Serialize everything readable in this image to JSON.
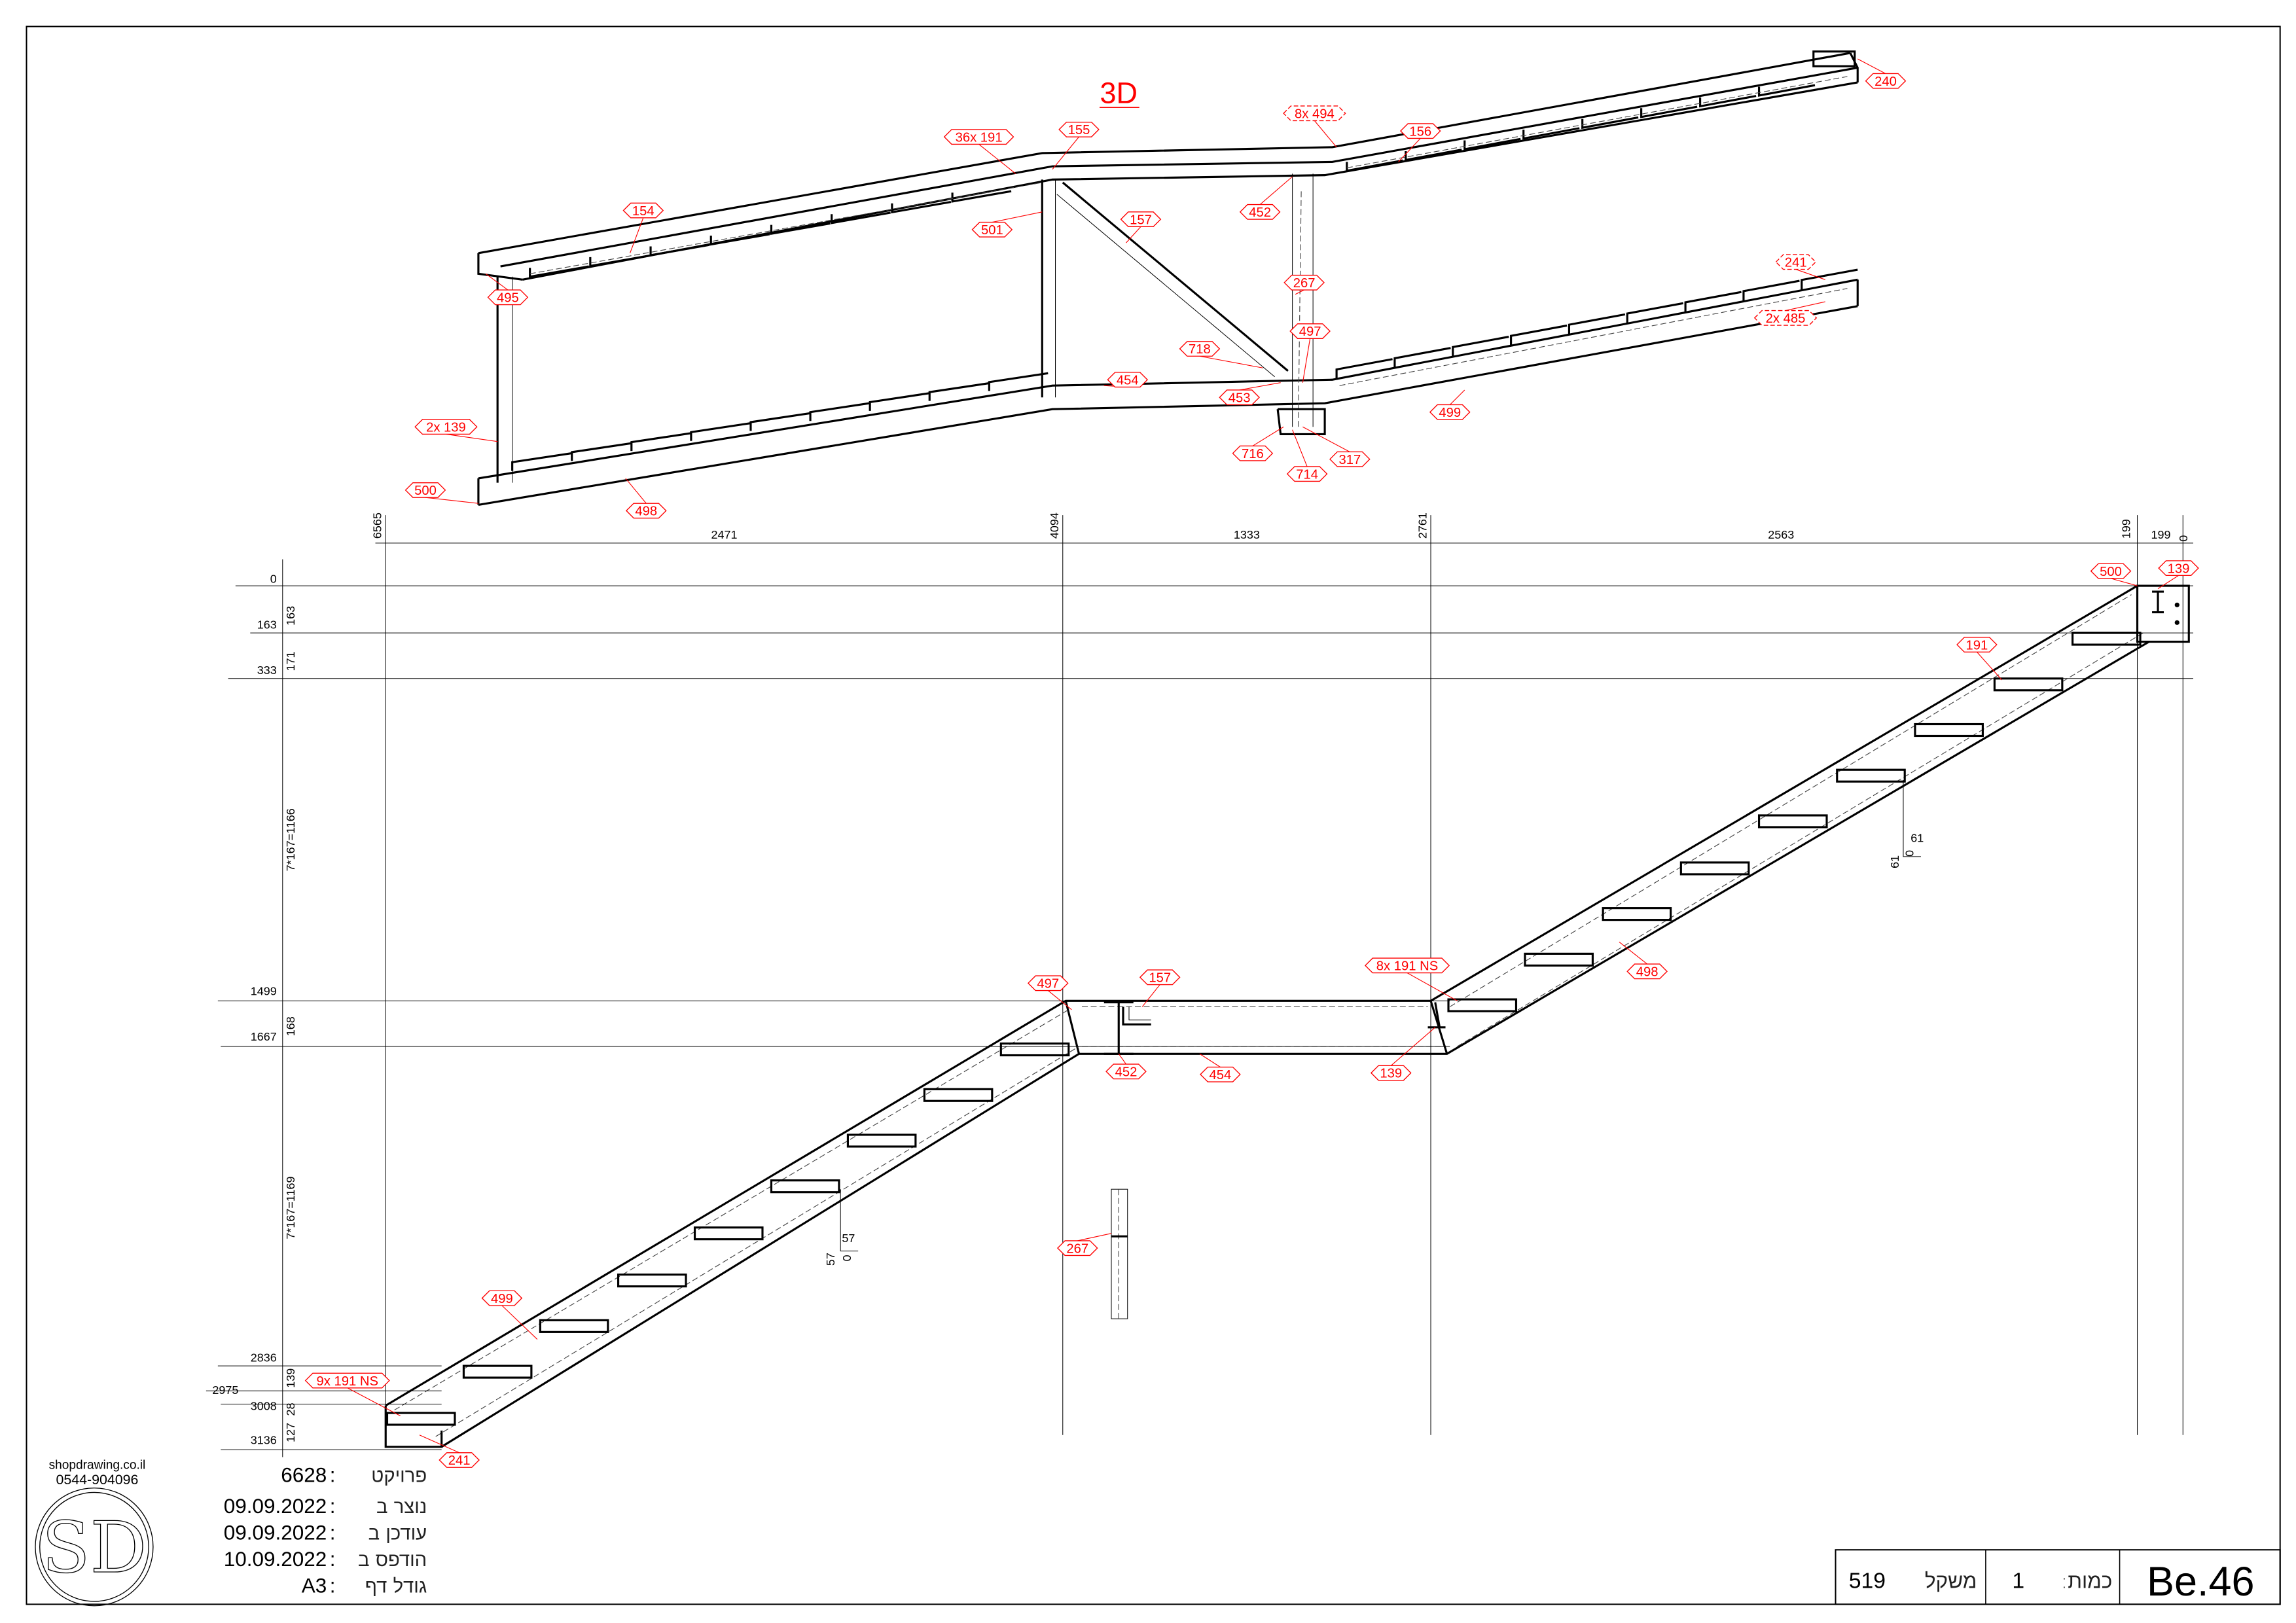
{
  "view_title": "3D",
  "tags_3d": [
    "36x 191",
    "155",
    "8x 494",
    "156",
    "240",
    "154",
    "501",
    "157",
    "452",
    "495",
    "267",
    "497",
    "241",
    "2x 485",
    "718",
    "454",
    "453",
    "499",
    "2x 139",
    "500",
    "498",
    "716",
    "317",
    "714"
  ],
  "tags_elevation": [
    "500",
    "139",
    "191",
    "497",
    "157",
    "8x 191 NS",
    "498",
    "452",
    "454",
    "139",
    "267",
    "499",
    "9x 191 NS",
    "241"
  ],
  "dims_top": {
    "d6565": "6565",
    "d2471": "2471",
    "d4094": "4094",
    "d1333": "1333",
    "d2761": "2761",
    "d2563": "2563",
    "d199v": "199",
    "d199": "199",
    "d0": "0"
  },
  "dims_left": {
    "l0": "0",
    "l163": "163",
    "l163v": "163",
    "l333": "333",
    "l171v": "171",
    "l1166": "7*167=1166",
    "l1499": "1499",
    "l168v": "168",
    "l1667": "1667",
    "l1169": "7*167=1169",
    "l2836": "2836",
    "l139v": "139",
    "l2975": "2975",
    "l3008": "3008",
    "l28v": "28",
    "l127v": "127",
    "l3136": "3136"
  },
  "dims_detail": {
    "d61a": "61",
    "d61b": "61",
    "d0a": "0",
    "d57a": "57",
    "d57b": "57",
    "d0b": "0"
  },
  "company": {
    "website": "shopdrawing.co.il",
    "phone": "0544-904096",
    "logo_text": "SD"
  },
  "info": [
    {
      "label": "פרויקט",
      "value": "6628"
    },
    {
      "label": "נוצר ב",
      "value": "09.09.2022"
    },
    {
      "label": "עודכן ב",
      "value": "09.09.2022"
    },
    {
      "label": "הודפס ב",
      "value": "10.09.2022"
    },
    {
      "label": "גודל דף",
      "value": "A3"
    }
  ],
  "title_block": {
    "weight_label": "משקל",
    "weight": "519",
    "qty_label": "כמות:",
    "qty": "1",
    "drawing_no": "Be.46"
  },
  "colors": {
    "tag": "#ff0000",
    "line": "#000000"
  }
}
